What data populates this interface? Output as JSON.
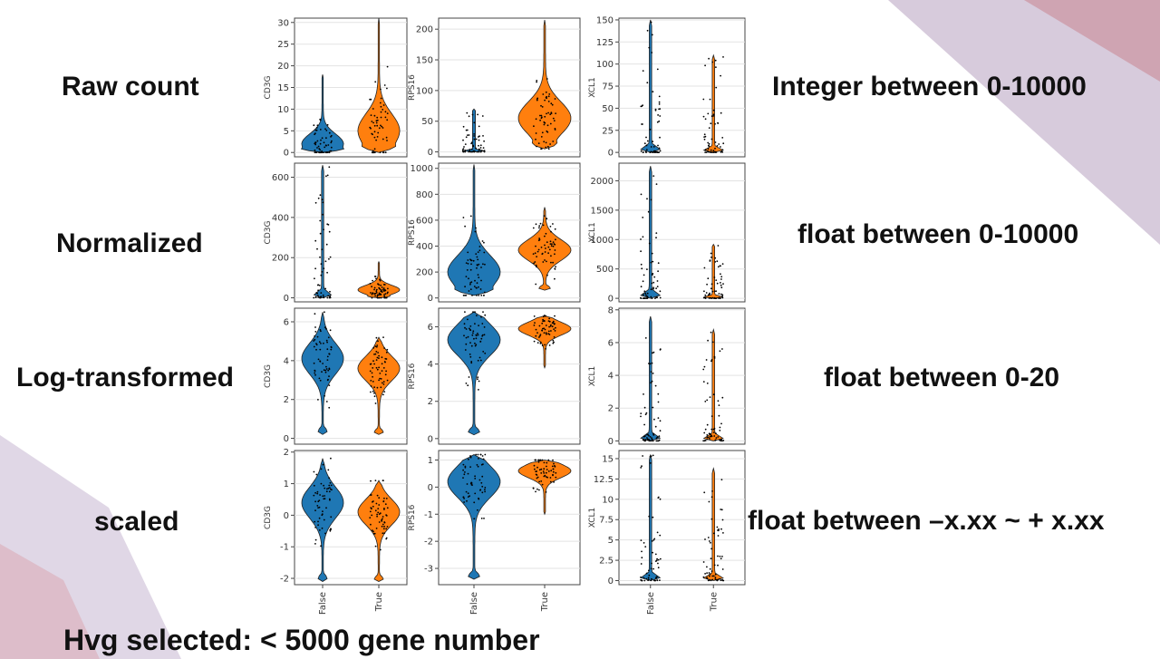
{
  "colors": {
    "false_violin": "#1f77b4",
    "true_violin": "#ff7f0e",
    "points": "#000000"
  },
  "row_labels": [
    "Raw count",
    "Normalized",
    "Log-transformed",
    "scaled"
  ],
  "descriptions": [
    "Integer between 0-10000",
    "float between 0-10000",
    "float between 0-20",
    "float between –x.xx ~ + x.xx"
  ],
  "footer": "Hvg selected: < 5000 gene number",
  "chart_data": [
    {
      "type": "violin",
      "ylabel": "CD3G",
      "categories": [
        "False",
        "True"
      ],
      "yticks": [
        0,
        5,
        10,
        15,
        20,
        25,
        30
      ],
      "ylim": [
        -1,
        31
      ],
      "series": [
        {
          "name": "False",
          "min": 0,
          "max": 18,
          "median": 2
        },
        {
          "name": "True",
          "min": 0,
          "max": 31,
          "median": 5
        }
      ]
    },
    {
      "type": "violin",
      "ylabel": "RPS16",
      "categories": [
        "False",
        "True"
      ],
      "yticks": [
        0,
        50,
        100,
        150,
        200
      ],
      "ylim": [
        -8,
        218
      ],
      "series": [
        {
          "name": "False",
          "min": 0,
          "max": 70,
          "median": 5
        },
        {
          "name": "True",
          "min": 5,
          "max": 215,
          "median": 55
        }
      ]
    },
    {
      "type": "violin",
      "ylabel": "XCL1",
      "categories": [
        "False",
        "True"
      ],
      "yticks": [
        0,
        25,
        50,
        75,
        100,
        125,
        150
      ],
      "ylim": [
        -5,
        152
      ],
      "series": [
        {
          "name": "False",
          "min": 0,
          "max": 150,
          "median": 0
        },
        {
          "name": "True",
          "min": 0,
          "max": 110,
          "median": 0
        }
      ]
    },
    {
      "type": "violin",
      "ylabel": "CD3G",
      "categories": [
        "False",
        "True"
      ],
      "yticks": [
        0,
        200,
        400,
        600
      ],
      "ylim": [
        -20,
        670
      ],
      "series": [
        {
          "name": "False",
          "min": 0,
          "max": 660,
          "median": 40
        },
        {
          "name": "True",
          "min": 0,
          "max": 180,
          "median": 40
        }
      ]
    },
    {
      "type": "violin",
      "ylabel": "RPS16",
      "categories": [
        "False",
        "True"
      ],
      "yticks": [
        0,
        200,
        400,
        600,
        800,
        1000
      ],
      "ylim": [
        -30,
        1040
      ],
      "series": [
        {
          "name": "False",
          "min": 20,
          "max": 1030,
          "median": 200
        },
        {
          "name": "True",
          "min": 60,
          "max": 700,
          "median": 370
        }
      ]
    },
    {
      "type": "violin",
      "ylabel": "XCL1",
      "categories": [
        "False",
        "True"
      ],
      "yticks": [
        0,
        500,
        1000,
        1500,
        2000
      ],
      "ylim": [
        -60,
        2300
      ],
      "series": [
        {
          "name": "False",
          "min": 0,
          "max": 2250,
          "median": 0
        },
        {
          "name": "True",
          "min": 0,
          "max": 920,
          "median": 0
        }
      ]
    },
    {
      "type": "violin",
      "ylabel": "CD3G",
      "categories": [
        "False",
        "True"
      ],
      "yticks": [
        0,
        2,
        4,
        6
      ],
      "ylim": [
        -0.3,
        6.7
      ],
      "series": [
        {
          "name": "False",
          "min": 0.2,
          "max": 6.5,
          "median": 4.1
        },
        {
          "name": "True",
          "min": 0.2,
          "max": 5.2,
          "median": 3.6
        }
      ]
    },
    {
      "type": "violin",
      "ylabel": "RPS16",
      "categories": [
        "False",
        "True"
      ],
      "yticks": [
        0,
        2,
        4,
        6
      ],
      "ylim": [
        -0.3,
        7.0
      ],
      "series": [
        {
          "name": "False",
          "min": 0.2,
          "max": 6.8,
          "median": 5.3
        },
        {
          "name": "True",
          "min": 3.8,
          "max": 6.6,
          "median": 5.9
        }
      ]
    },
    {
      "type": "violin",
      "ylabel": "XCL1",
      "categories": [
        "False",
        "True"
      ],
      "yticks": [
        0,
        2,
        4,
        6,
        8
      ],
      "ylim": [
        -0.2,
        8.1
      ],
      "series": [
        {
          "name": "False",
          "min": 0,
          "max": 7.6,
          "median": 0
        },
        {
          "name": "True",
          "min": 0,
          "max": 6.8,
          "median": 0
        }
      ]
    },
    {
      "type": "violin",
      "ylabel": "CD3G",
      "categories": [
        "False",
        "True"
      ],
      "yticks": [
        -2,
        -1,
        0,
        1,
        2
      ],
      "ylim": [
        -2.2,
        2.05
      ],
      "series": [
        {
          "name": "False",
          "min": -2.1,
          "max": 1.8,
          "median": 0.4
        },
        {
          "name": "True",
          "min": -2.1,
          "max": 1.1,
          "median": 0.1
        }
      ]
    },
    {
      "type": "violin",
      "ylabel": "RPS16",
      "categories": [
        "False",
        "True"
      ],
      "yticks": [
        -3,
        -2,
        -1,
        0,
        1
      ],
      "ylim": [
        -3.6,
        1.35
      ],
      "series": [
        {
          "name": "False",
          "min": -3.4,
          "max": 1.2,
          "median": 0.2
        },
        {
          "name": "True",
          "min": -1.0,
          "max": 1.0,
          "median": 0.6
        }
      ]
    },
    {
      "type": "violin",
      "ylabel": "XCL1",
      "categories": [
        "False",
        "True"
      ],
      "yticks": [
        0.0,
        2.5,
        5.0,
        7.5,
        10.0,
        12.5,
        15.0
      ],
      "ylim": [
        -0.5,
        16.0
      ],
      "series": [
        {
          "name": "False",
          "min": 0,
          "max": 15.5,
          "median": 0
        },
        {
          "name": "True",
          "min": 0,
          "max": 13.8,
          "median": 0
        }
      ]
    }
  ]
}
